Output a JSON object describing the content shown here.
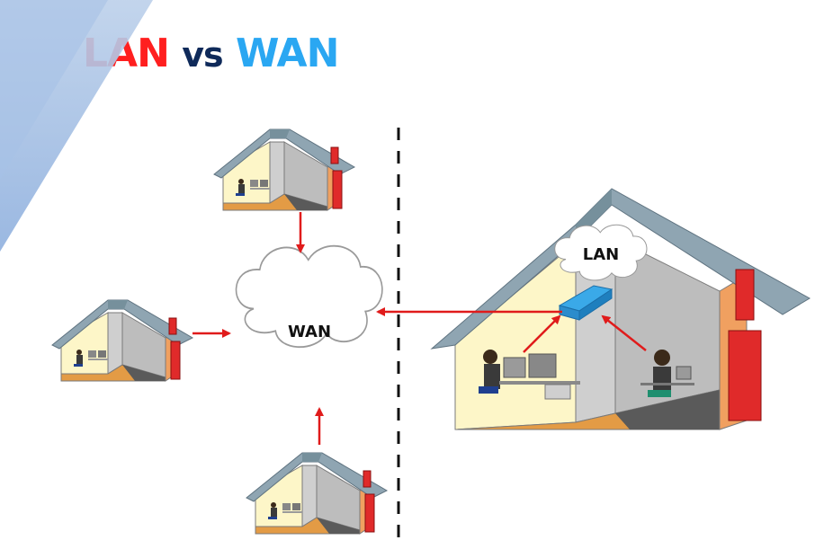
{
  "slide": {
    "title": {
      "lan": "LAN",
      "vs": "vs",
      "wan": "WAN",
      "colors": {
        "lan": "#ff1f1f",
        "vs": "#0f2a5a",
        "wan": "#2aa7f2"
      }
    }
  },
  "diagram": {
    "wan_cloud_label": "WAN",
    "lan_cloud_label": "LAN",
    "arrow_color": "#e01b1b",
    "divider": "dashed"
  }
}
